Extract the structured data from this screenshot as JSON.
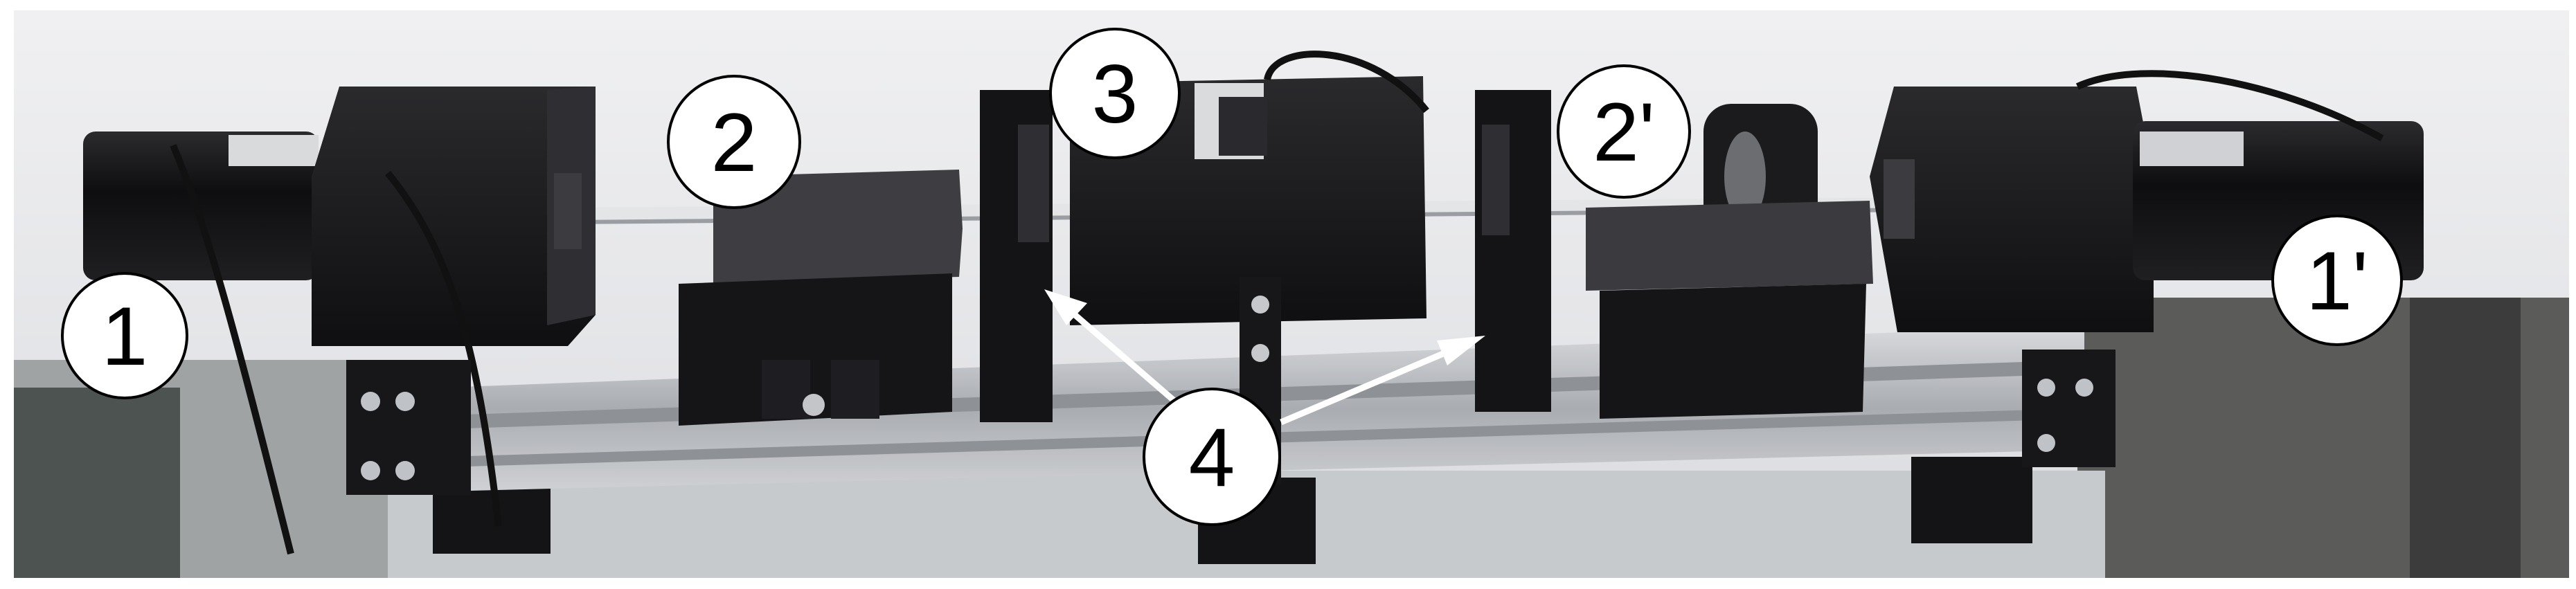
{
  "labels": {
    "motor_left": "1",
    "motor_right": "1'",
    "clamp_left": "2",
    "clamp_right": "2'",
    "center_unit": "3",
    "supports": "4"
  },
  "colors": {
    "background_wall": "#e7e7ea",
    "hardware_black": "#1a1a1c",
    "rail_aluminum": "#b9bcc0",
    "shaft_steel": "#d7d9dc",
    "arrow_white": "#ffffff"
  }
}
